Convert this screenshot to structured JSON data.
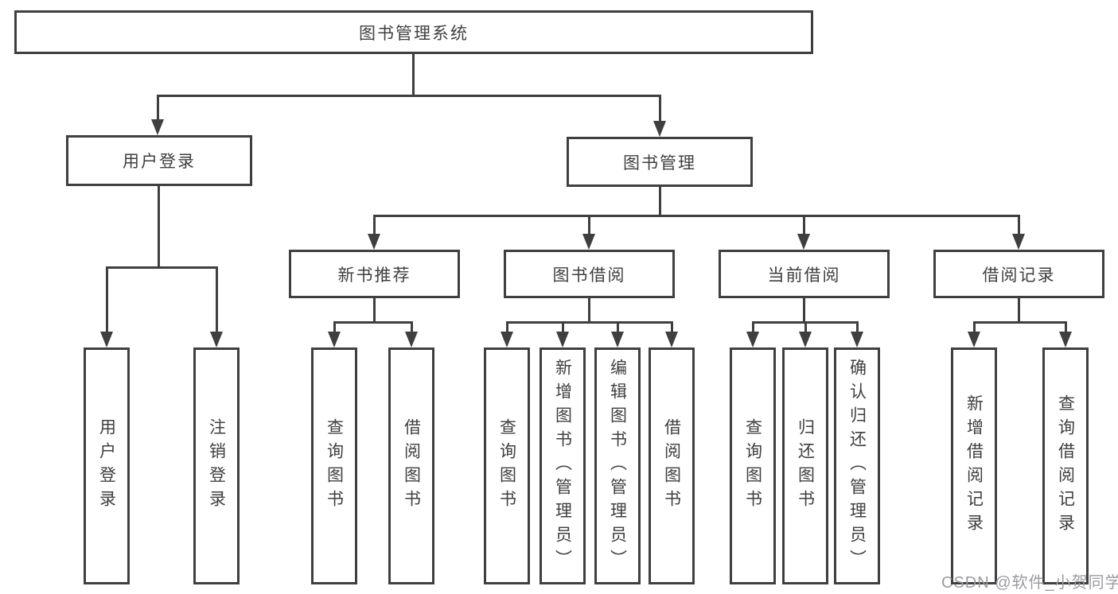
{
  "colors": {
    "line": "#3f3f3f",
    "text": "#3f3f3f",
    "watermark": "#9b9ba1"
  },
  "tree": {
    "root": {
      "label": "图书管理系统"
    },
    "branches": [
      {
        "label": "用户登录",
        "children": [
          {
            "label": "用户登录"
          },
          {
            "label": "注销登录"
          }
        ]
      },
      {
        "label": "图书管理",
        "children": [
          {
            "label": "新书推荐",
            "children": [
              {
                "label": "查询图书"
              },
              {
                "label": "借阅图书"
              }
            ]
          },
          {
            "label": "图书借阅",
            "children": [
              {
                "label": "查询图书"
              },
              {
                "label": "新增图书（管理员）"
              },
              {
                "label": "编辑图书（管理员）"
              },
              {
                "label": "借阅图书"
              }
            ]
          },
          {
            "label": "当前借阅",
            "children": [
              {
                "label": "查询图书"
              },
              {
                "label": "归还图书"
              },
              {
                "label": "确认归还（管理员）"
              }
            ]
          },
          {
            "label": "借阅记录",
            "children": [
              {
                "label": "新增借阅记录"
              },
              {
                "label": "查询借阅记录"
              }
            ]
          }
        ]
      }
    ]
  },
  "watermark": {
    "text": "CSDN @软件_小贺同学"
  }
}
